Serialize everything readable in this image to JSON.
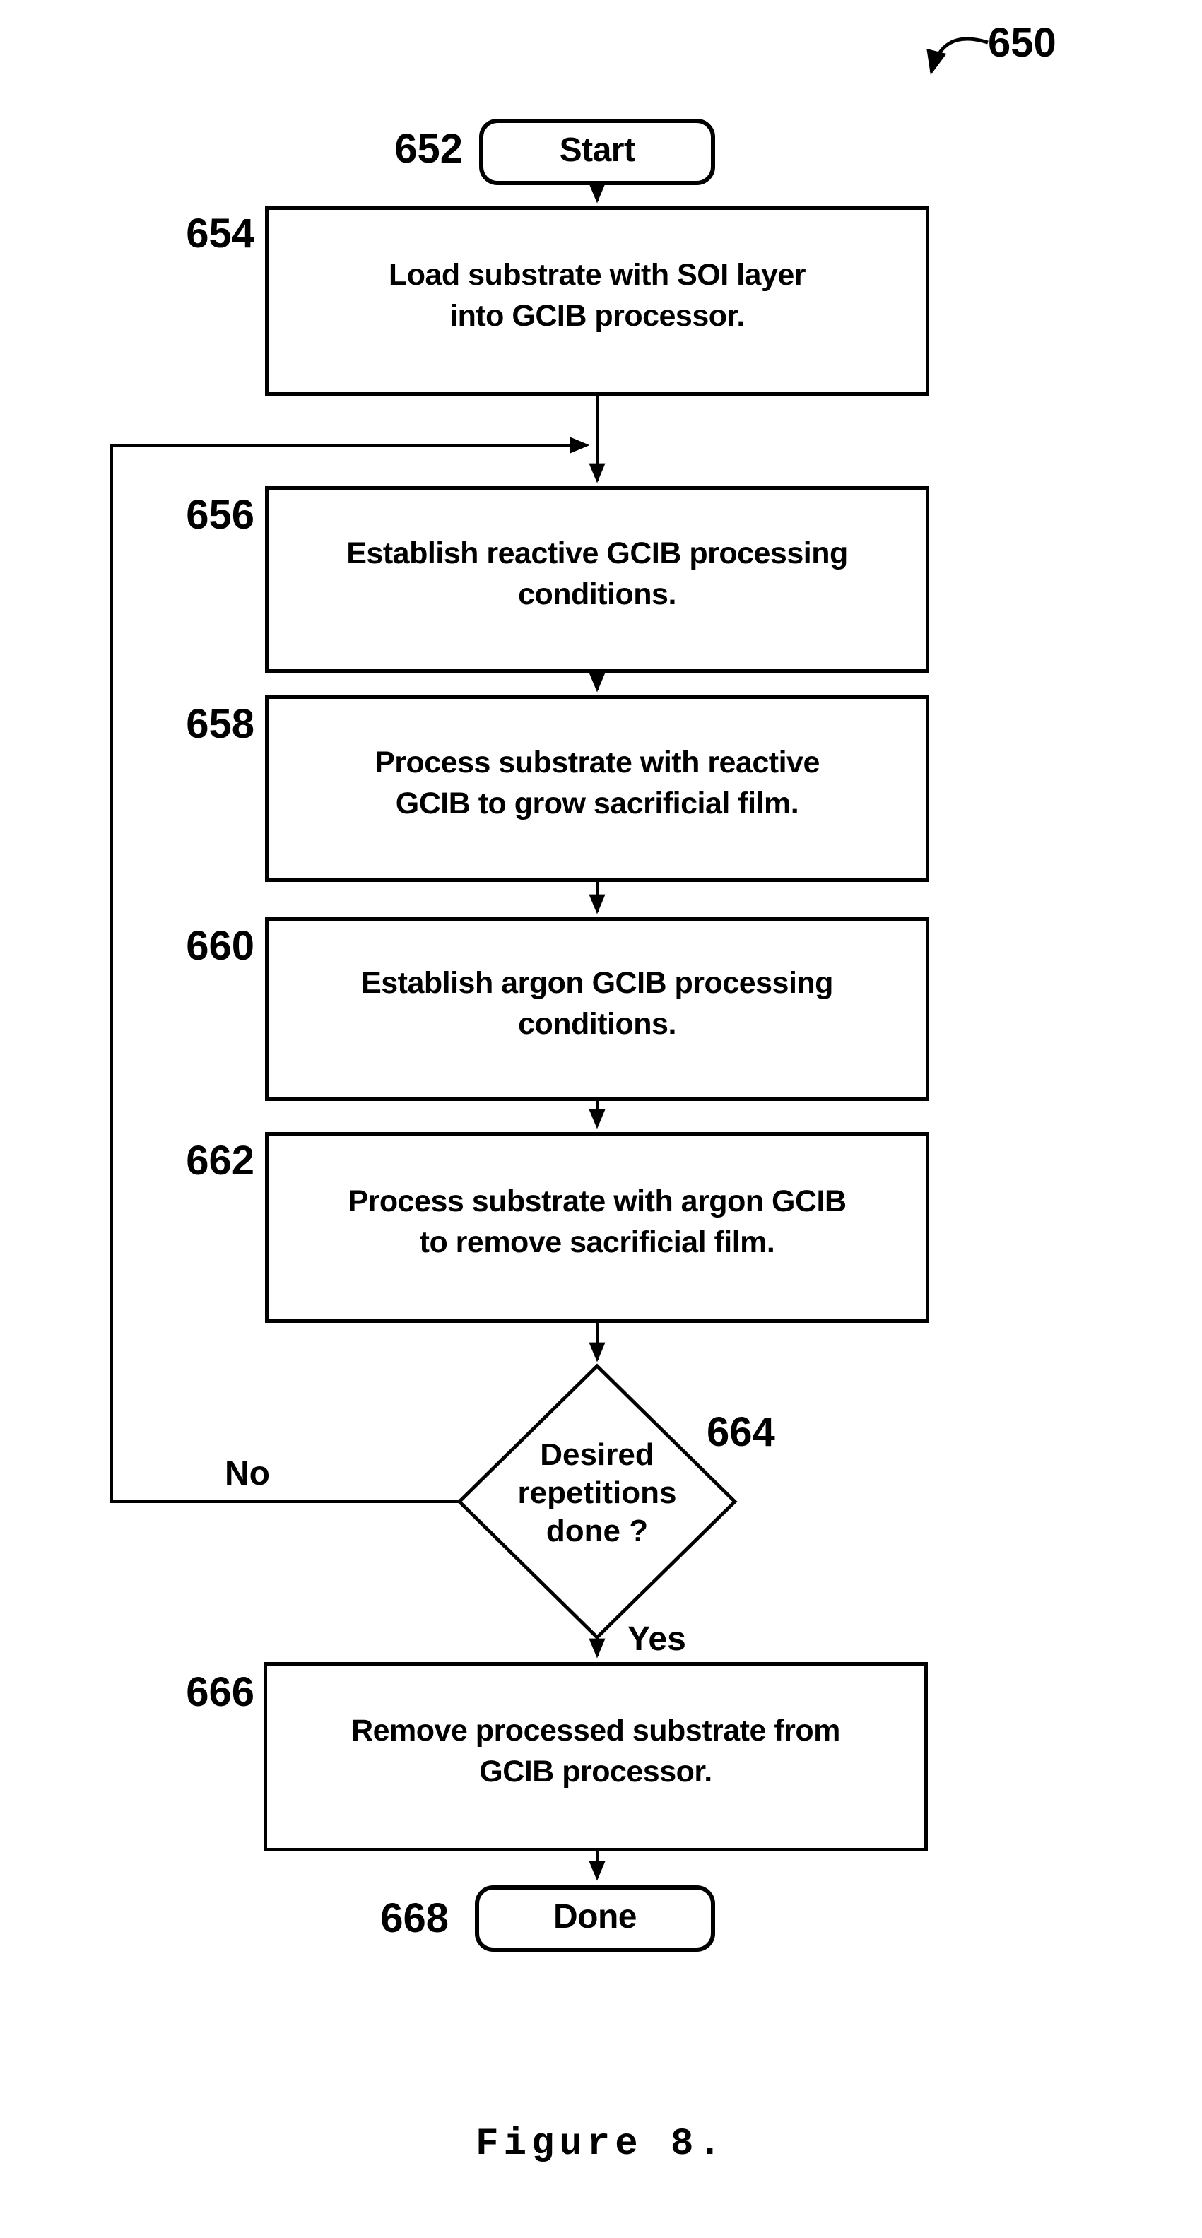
{
  "figure": {
    "caption": "Figure 8.",
    "diagram_ref": "650"
  },
  "flowchart": {
    "start": {
      "ref": "652",
      "label": "Start"
    },
    "step_654": {
      "ref": "654",
      "lines": [
        "Load substrate with SOI layer",
        "into GCIB processor."
      ]
    },
    "step_656": {
      "ref": "656",
      "lines": [
        "Establish reactive GCIB processing",
        "conditions."
      ]
    },
    "step_658": {
      "ref": "658",
      "lines": [
        "Process substrate with reactive",
        "GCIB to grow sacrificial film."
      ]
    },
    "step_660": {
      "ref": "660",
      "lines": [
        "Establish argon GCIB processing",
        "conditions."
      ]
    },
    "step_662": {
      "ref": "662",
      "lines": [
        "Process substrate with argon GCIB",
        "to remove sacrificial film."
      ]
    },
    "decision_664": {
      "ref": "664",
      "lines": [
        "Desired",
        "repetitions",
        "done ?"
      ]
    },
    "step_666": {
      "ref": "666",
      "lines": [
        "Remove processed substrate from",
        "GCIB processor."
      ]
    },
    "done": {
      "ref": "668",
      "label": "Done"
    },
    "edge_labels": {
      "no": "No",
      "yes": "Yes"
    }
  },
  "colors": {
    "ink": "#000000",
    "paper": "#ffffff"
  }
}
